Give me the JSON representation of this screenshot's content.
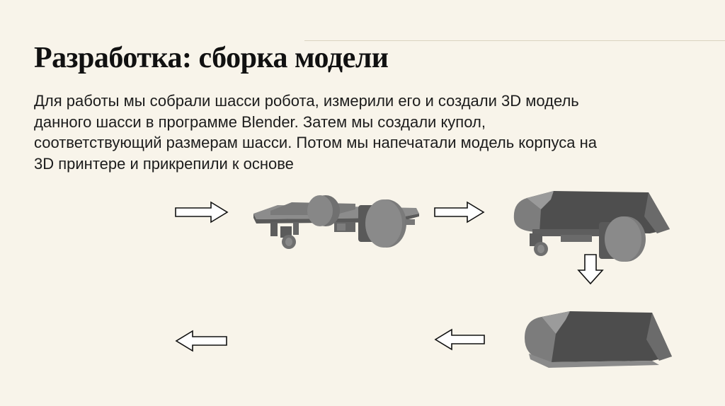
{
  "slide": {
    "title": "Разработка: сборка модели",
    "body_lines": [
      "Для работы мы собрали шасси робота, измерили его и создали 3D модель",
      "данного шасси в программе Blender. Затем мы создали купол,",
      "соответствующий размерам шасси. Потом мы напечатали модель корпуса на",
      "3D принтере и прикрепили к основе"
    ]
  },
  "colors": {
    "background": "#f8f4ea",
    "title": "#111111",
    "text": "#1c1c1c",
    "model_gray": "#6d6d6d",
    "model_dark": "#4e4e4e",
    "model_light": "#8c8c8c",
    "arrow_stroke": "#111111"
  },
  "figures": [
    {
      "name": "chassis-model",
      "depicts": "3D model of robot chassis"
    },
    {
      "name": "chassis-with-dome-model",
      "depicts": "3D model of chassis with dome"
    },
    {
      "name": "dome-model",
      "depicts": "3D model of printed dome"
    }
  ],
  "icons": [
    "arrow-right-icon",
    "arrow-right-icon",
    "arrow-down-icon",
    "arrow-left-icon",
    "arrow-left-icon"
  ]
}
